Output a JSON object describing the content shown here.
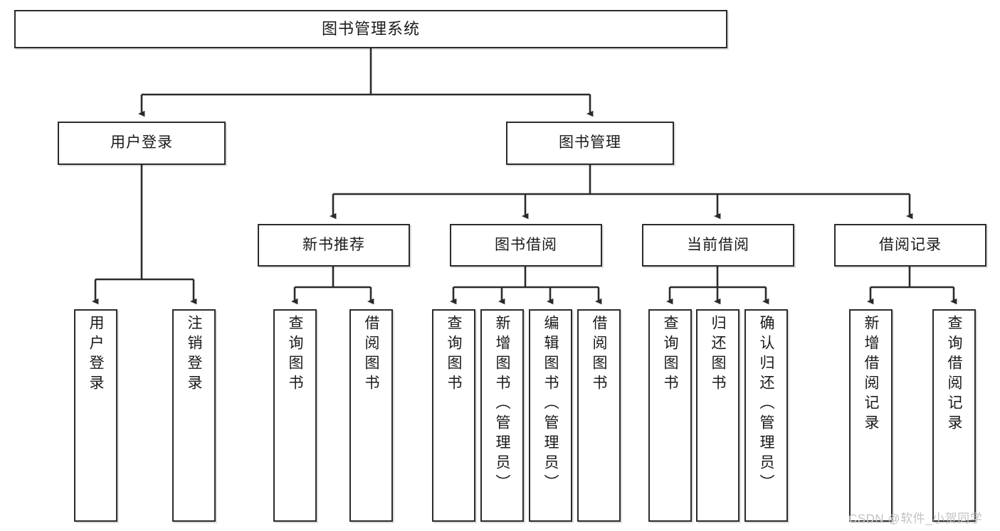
{
  "diagram": {
    "title": "图书管理系统",
    "type": "tree-hierarchy-chart",
    "root": {
      "label": "图书管理系统"
    },
    "level1": [
      {
        "label": "用户登录"
      },
      {
        "label": "图书管理"
      }
    ],
    "level2": [
      {
        "label": "新书推荐"
      },
      {
        "label": "图书借阅"
      },
      {
        "label": "当前借阅"
      },
      {
        "label": "借阅记录"
      }
    ],
    "leaves": {
      "user_login": [
        {
          "label": "用户登录"
        },
        {
          "label": "注销登录"
        }
      ],
      "new_book_recommend": [
        {
          "label": "查询图书"
        },
        {
          "label": "借阅图书"
        }
      ],
      "book_borrow": [
        {
          "label": "查询图书"
        },
        {
          "label": "新增图书（管理员）"
        },
        {
          "label": "编辑图书（管理员）"
        },
        {
          "label": "借阅图书"
        }
      ],
      "current_borrow": [
        {
          "label": "查询图书"
        },
        {
          "label": "归还图书"
        },
        {
          "label": "确认归还（管理员）"
        }
      ],
      "borrow_records": [
        {
          "label": "新增借阅记录"
        },
        {
          "label": "查询借阅记录"
        }
      ]
    }
  },
  "watermark": {
    "text": "CSDN @软件_小贺同学"
  },
  "colors": {
    "border": "#2b2b2b",
    "background": "#ffffff",
    "text": "#1a1a1a",
    "watermark": "#c2c2c2"
  }
}
